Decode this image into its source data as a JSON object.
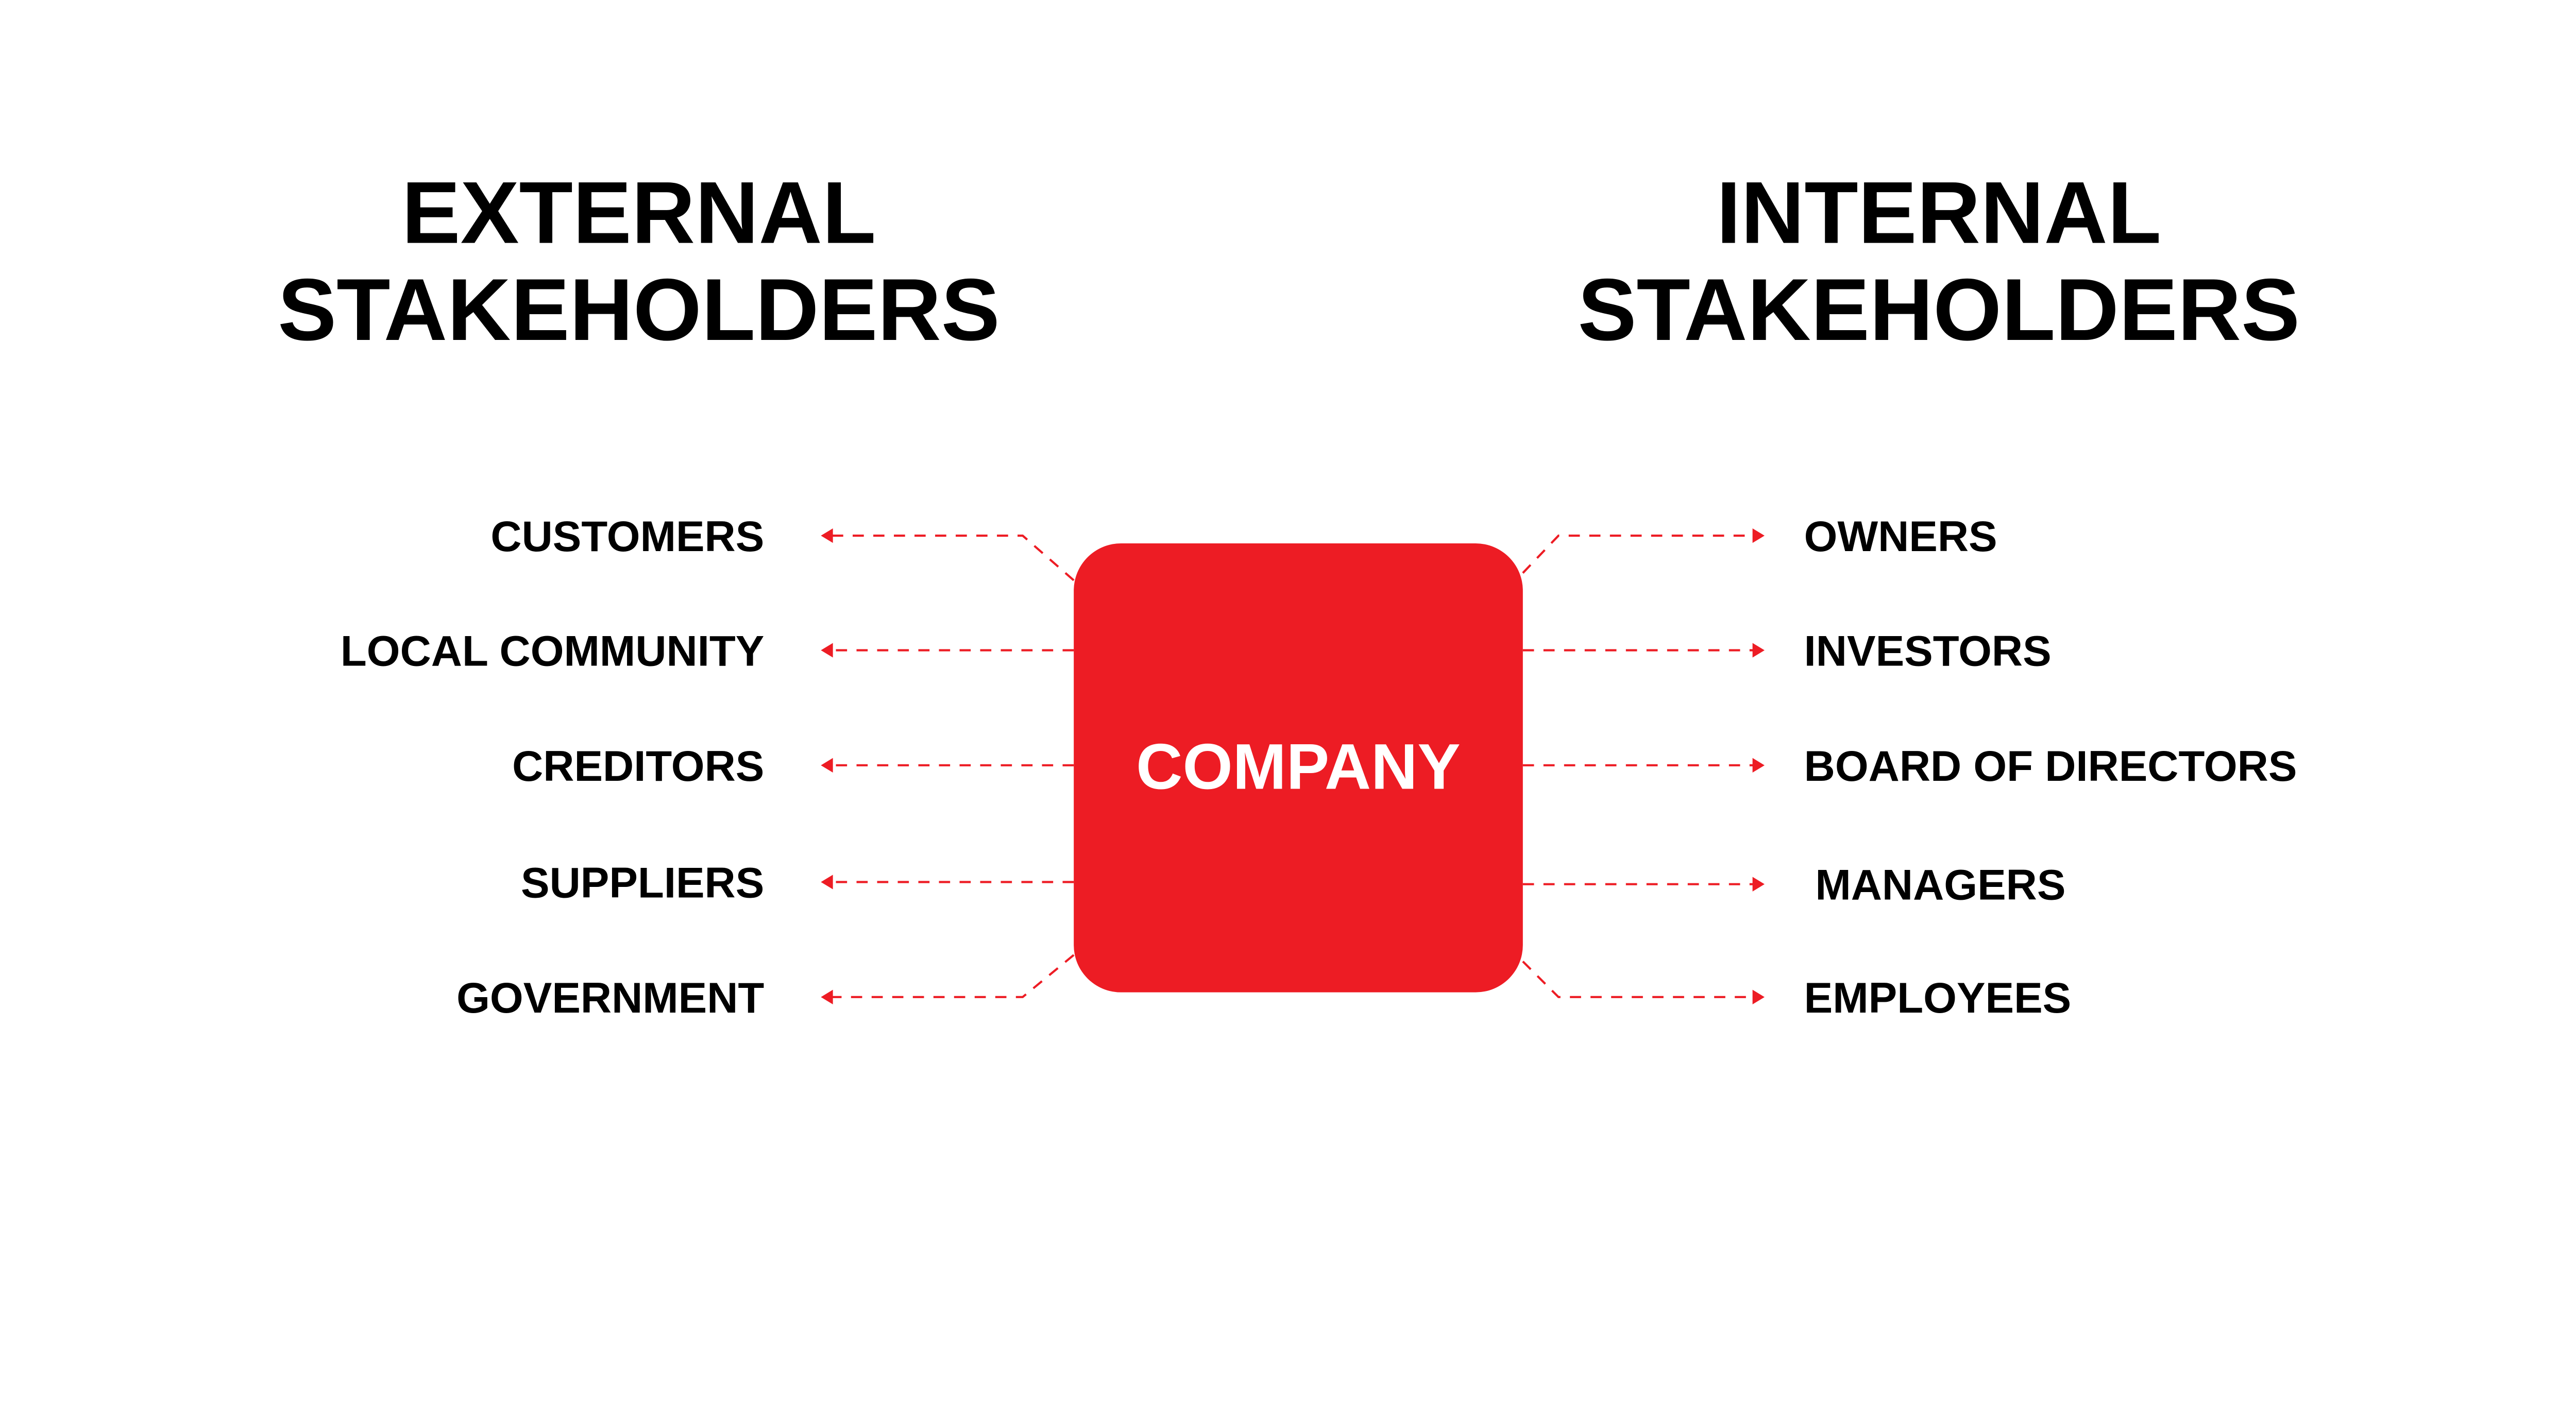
{
  "external": {
    "title_line1": "EXTERNAL",
    "title_line2": "STAKEHOLDERS",
    "items": [
      "CUSTOMERS",
      "LOCAL COMMUNITY",
      "CREDITORS",
      "SUPPLIERS",
      "GOVERNMENT"
    ]
  },
  "internal": {
    "title_line1": "INTERNAL",
    "title_line2": "STAKEHOLDERS",
    "items": [
      "OWNERS",
      "INVESTORS",
      "BOARD OF DIRECTORS",
      "MANAGERS",
      "EMPLOYEES"
    ]
  },
  "center": {
    "label": "COMPANY"
  },
  "colors": {
    "accent": "#ed1c24",
    "text": "#000000",
    "background": "#ffffff"
  }
}
